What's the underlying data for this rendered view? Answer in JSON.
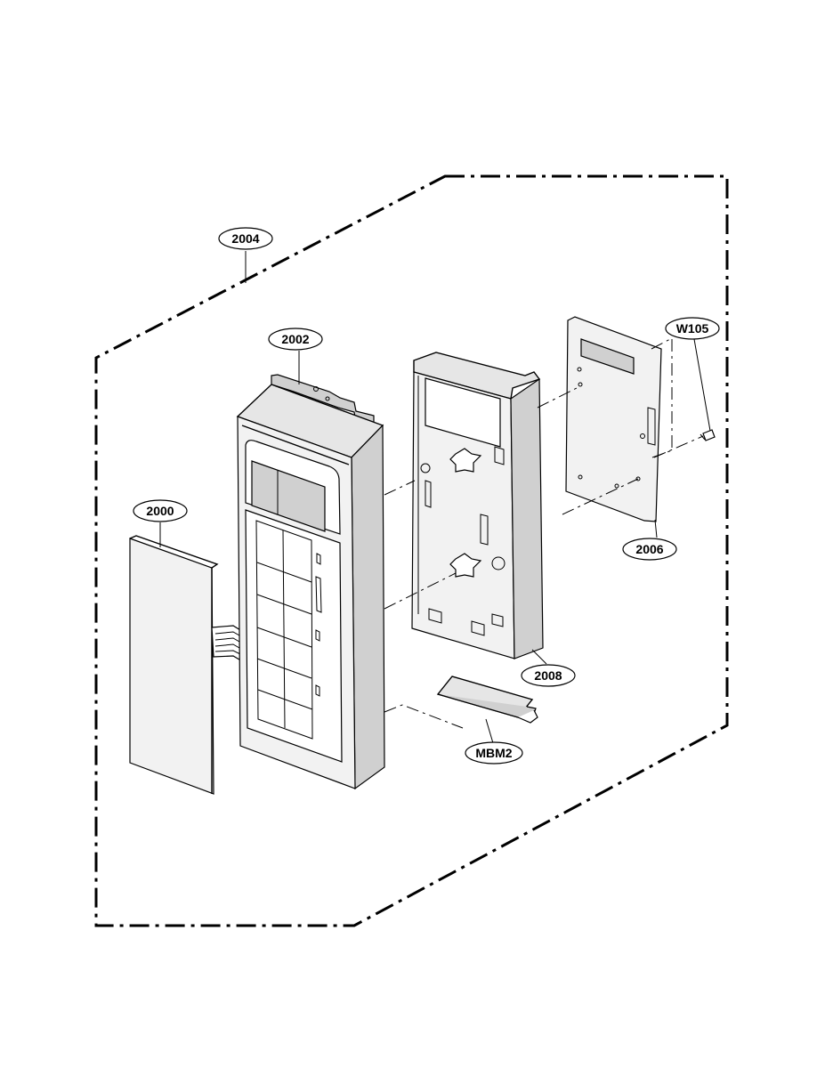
{
  "callouts": {
    "c2004": "2004",
    "c2002": "2002",
    "c2000": "2000",
    "cW105": "W105",
    "c2006": "2006",
    "c2008": "2008",
    "cMBM2": "MBM2"
  }
}
